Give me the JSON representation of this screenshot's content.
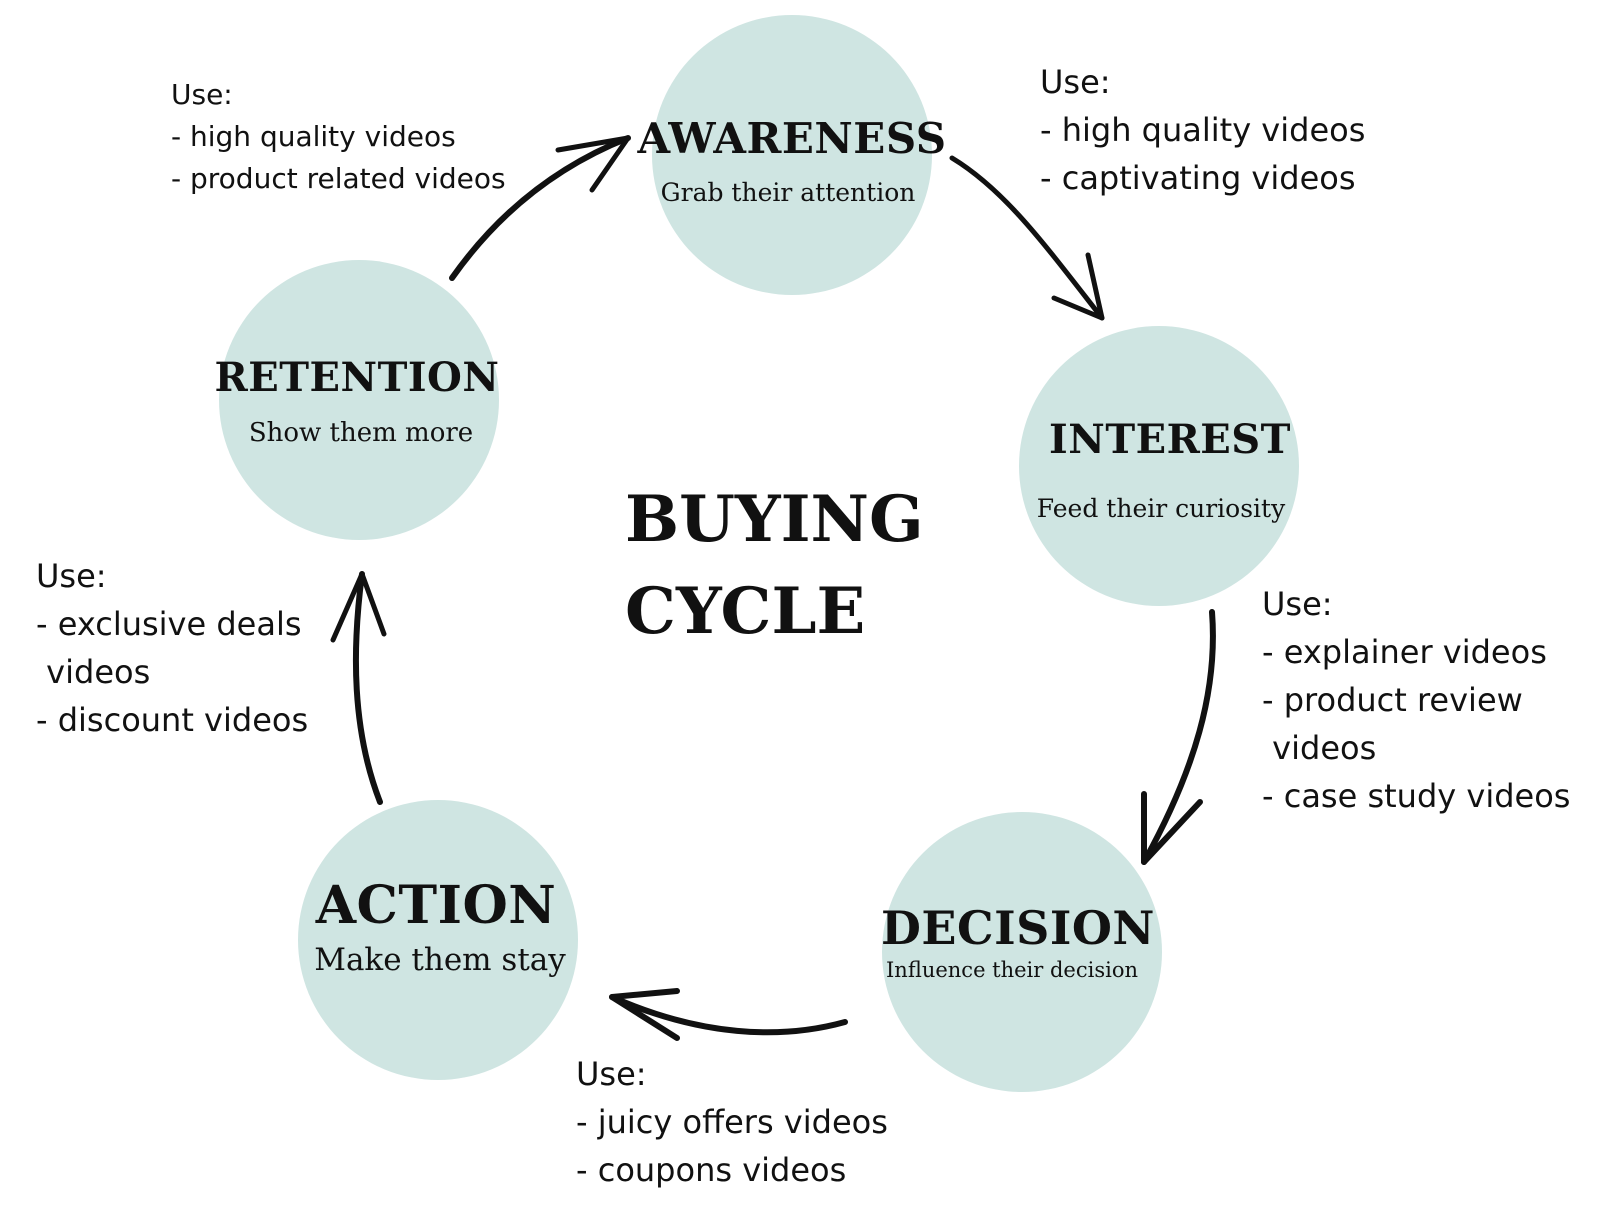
{
  "center_title": {
    "line1": "BUYING",
    "line2": "CYCLE"
  },
  "stages": {
    "awareness": {
      "title": "AWARENESS",
      "subtitle": "Grab their attention"
    },
    "interest": {
      "title": "INTEREST",
      "subtitle": "Feed their curiosity"
    },
    "decision": {
      "title": "DECISION",
      "subtitle": "Influence their decision"
    },
    "action": {
      "title": "ACTION",
      "subtitle": "Make them stay"
    },
    "retention": {
      "title": "RETENTION",
      "subtitle": "Show them more"
    }
  },
  "notes": {
    "awareness_interest": {
      "heading": "Use:",
      "items": [
        "- high quality videos",
        "- captivating videos"
      ]
    },
    "interest_decision": {
      "heading": "Use:",
      "items": [
        "- explainer videos",
        "- product review",
        " videos",
        "- case study videos"
      ]
    },
    "decision_action": {
      "heading": "Use:",
      "items": [
        "- juicy offers videos",
        "- coupons videos"
      ]
    },
    "action_retention": {
      "heading": "Use:",
      "items": [
        "- exclusive deals",
        " videos",
        "- discount videos"
      ]
    },
    "retention_awareness": {
      "heading": "Use:",
      "items": [
        "- high quality videos",
        "- product related videos"
      ]
    }
  },
  "colors": {
    "circle": "#cfe5e2",
    "ink": "#111111",
    "background": "#ffffff"
  }
}
